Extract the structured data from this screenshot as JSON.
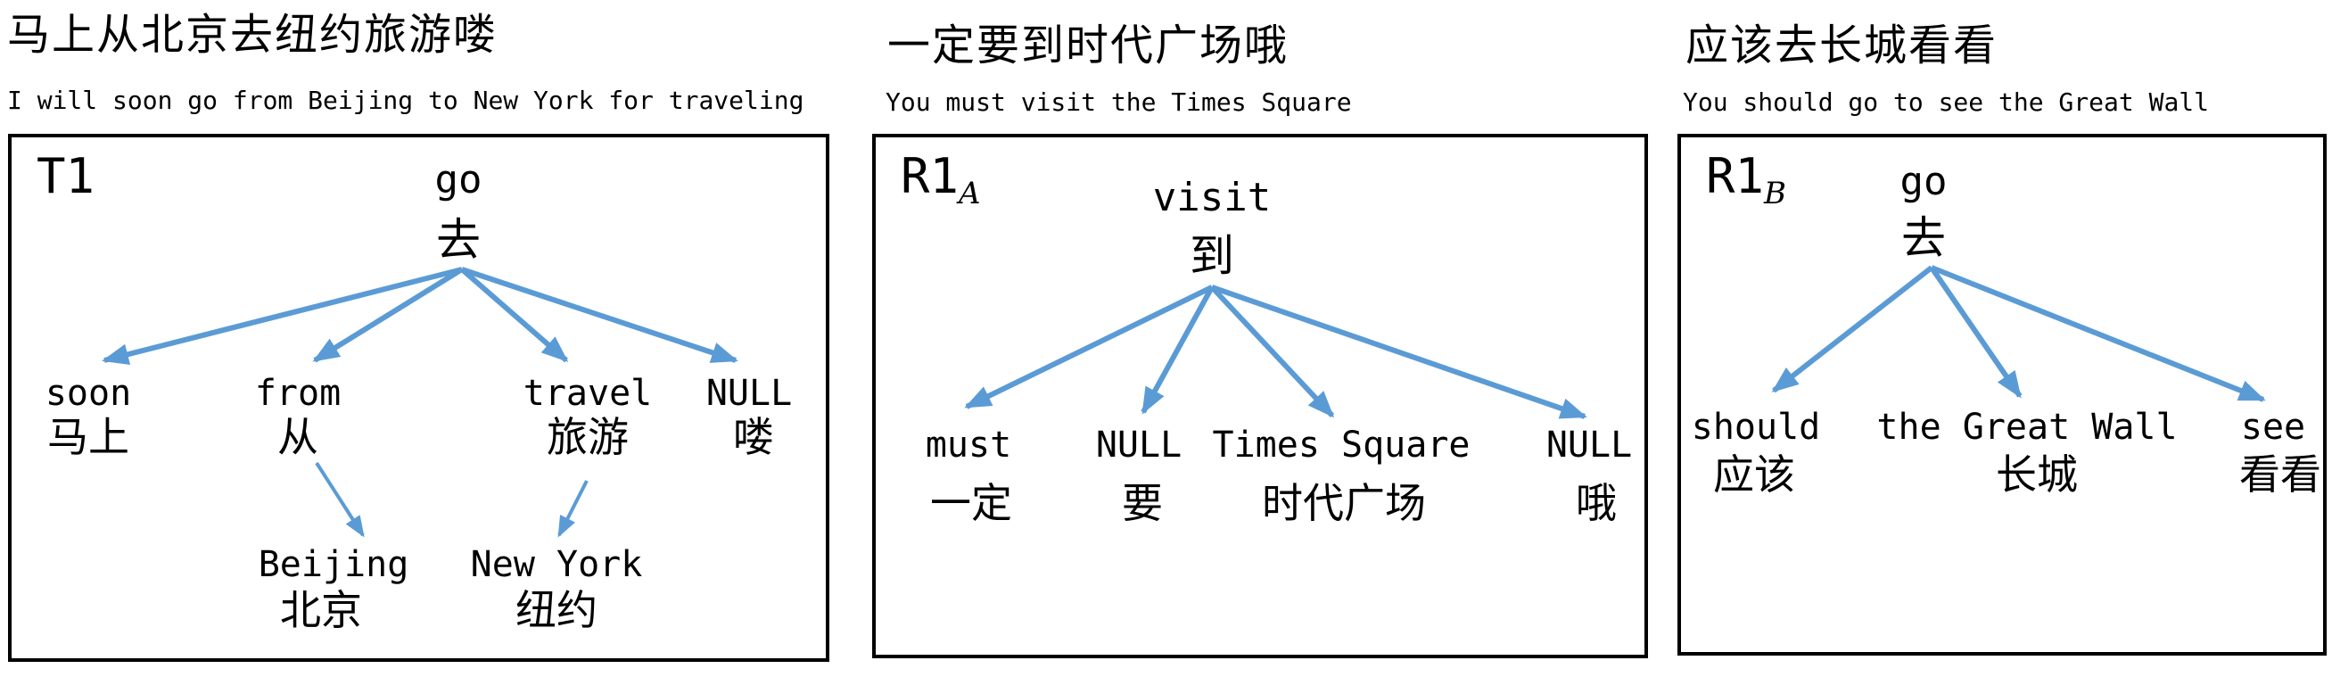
{
  "figure": {
    "arrow_color": "#5B9BD5",
    "panels": [
      {
        "chinese_title": "马上从北京去纽约旅游喽",
        "english_subtitle": "I will soon go from Beijing to New York for traveling",
        "tree_label": "T1",
        "tree_label_subscript": "",
        "root": {
          "en": "go",
          "zh": "去"
        },
        "children": [
          {
            "en": "soon",
            "zh": "马上"
          },
          {
            "en": "from",
            "zh": "从"
          },
          {
            "en": "travel",
            "zh": "旅游"
          },
          {
            "en": "NULL",
            "zh": "喽"
          }
        ],
        "grandchildren": [
          {
            "parent": "from",
            "en": "Beijing",
            "zh": "北京"
          },
          {
            "parent": "travel",
            "en": "New York",
            "zh": "纽约"
          }
        ]
      },
      {
        "chinese_title": "一定要到时代广场哦",
        "english_subtitle": "You must visit the Times Square",
        "tree_label": "R1",
        "tree_label_subscript": "A",
        "root": {
          "en": "visit",
          "zh": "到"
        },
        "children": [
          {
            "en": "must",
            "zh": "一定"
          },
          {
            "en": "NULL",
            "zh": "要"
          },
          {
            "en": "Times Square",
            "zh": "时代广场"
          },
          {
            "en": "NULL",
            "zh": "哦"
          }
        ],
        "grandchildren": []
      },
      {
        "chinese_title": "应该去长城看看",
        "english_subtitle": "You should go to see the Great Wall",
        "tree_label": "R1",
        "tree_label_subscript": "B",
        "root": {
          "en": "go",
          "zh": "去"
        },
        "children": [
          {
            "en": "should",
            "zh": "应该"
          },
          {
            "en": "the Great Wall",
            "zh": "长城"
          },
          {
            "en": "see",
            "zh": "看看"
          }
        ],
        "grandchildren": []
      }
    ]
  }
}
